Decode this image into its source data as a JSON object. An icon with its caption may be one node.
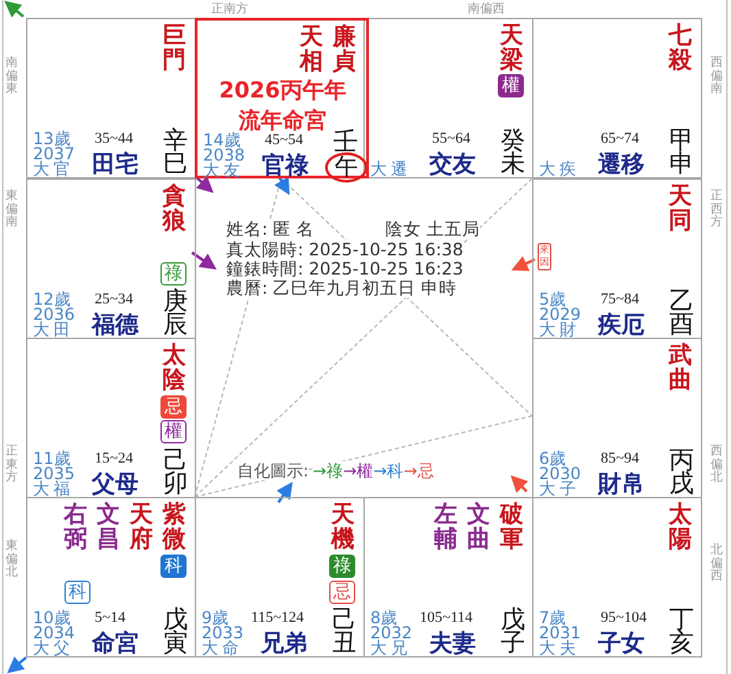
{
  "diagram": {
    "nodes": [
      {
        "text": [
          "巨門",
          "13歲",
          "2037",
          "大官",
          "35~44",
          "田宅",
          "辛巳"
        ]
      },
      {
        "text": [
          "天相",
          "廉貞",
          "2026丙午年",
          "流年命宮",
          "14歲",
          "2038",
          "大友",
          "45~54",
          "官祿",
          "壬"
        ]
      },
      {
        "text": [
          "午"
        ],
        "in": 1
      },
      {
        "text": [
          "天梁",
          "大遷",
          "55~64",
          "交友",
          "癸未"
        ]
      },
      {
        "text": [
          "權"
        ],
        "in": 3
      },
      {
        "text": [
          "七殺",
          "大疾",
          "65~74",
          "遷移",
          "甲申"
        ]
      },
      {
        "text": [
          "貪狼",
          "12歲",
          "2036",
          "大田",
          "25~34",
          "福德",
          "庚辰"
        ]
      },
      {
        "text": [
          "祿"
        ],
        "in": 6
      },
      {
        "text": [
          "天同",
          "5歲",
          "2029",
          "大財",
          "75~84",
          "疾厄",
          "乙酉"
        ]
      },
      {
        "text": [
          "來因"
        ],
        "in": 8
      },
      {
        "text": [
          "太陰",
          "11歲",
          "2035",
          "大福",
          "15~24",
          "父母",
          "己卯"
        ]
      },
      {
        "text": [
          "忌"
        ],
        "in": 10
      },
      {
        "text": [
          "權"
        ],
        "in": 10
      },
      {
        "text": [
          "武曲",
          "6歲",
          "2030",
          "大子",
          "85~94",
          "財帛",
          "丙戌"
        ]
      },
      {
        "text": [
          "右弼",
          "文昌",
          "天府",
          "紫微",
          "10歲",
          "2034",
          "大父",
          "5~14",
          "命宮",
          "戊寅"
        ]
      },
      {
        "text": [
          "科"
        ],
        "in": 14
      },
      {
        "text": [
          "科"
        ],
        "in": 14
      },
      {
        "text": [
          "天機",
          "9歲",
          "2033",
          "大命",
          "115~124",
          "兄弟",
          "己丑"
        ]
      },
      {
        "text": [
          "祿"
        ],
        "in": 17
      },
      {
        "text": [
          "忌"
        ],
        "in": 17
      },
      {
        "text": [
          "左輔",
          "文曲",
          "破軍",
          "8歲",
          "2032",
          "大兄",
          "105~114",
          "夫妻",
          "戊子"
        ]
      },
      {
        "text": [
          "太陽",
          "7歲",
          "2031",
          "大夫",
          "95~104",
          "子女",
          "丁亥"
        ]
      }
    ],
    "labels": [
      "正南方",
      "南偏西",
      "南偏東",
      "西偏南",
      "東偏南",
      "正西方",
      "正東方",
      "西偏北",
      "東偏北",
      "北偏西",
      "姓名: 匿 名",
      "陰女 土五局",
      "真太陽時: 2025-10-25 16:38",
      "鐘錶時間: 2025-10-25 16:23",
      "農曆: 乙巳年九月初五日 申時",
      "自化圖示:",
      "→祿",
      "→權",
      "→科",
      "→忌"
    ]
  }
}
